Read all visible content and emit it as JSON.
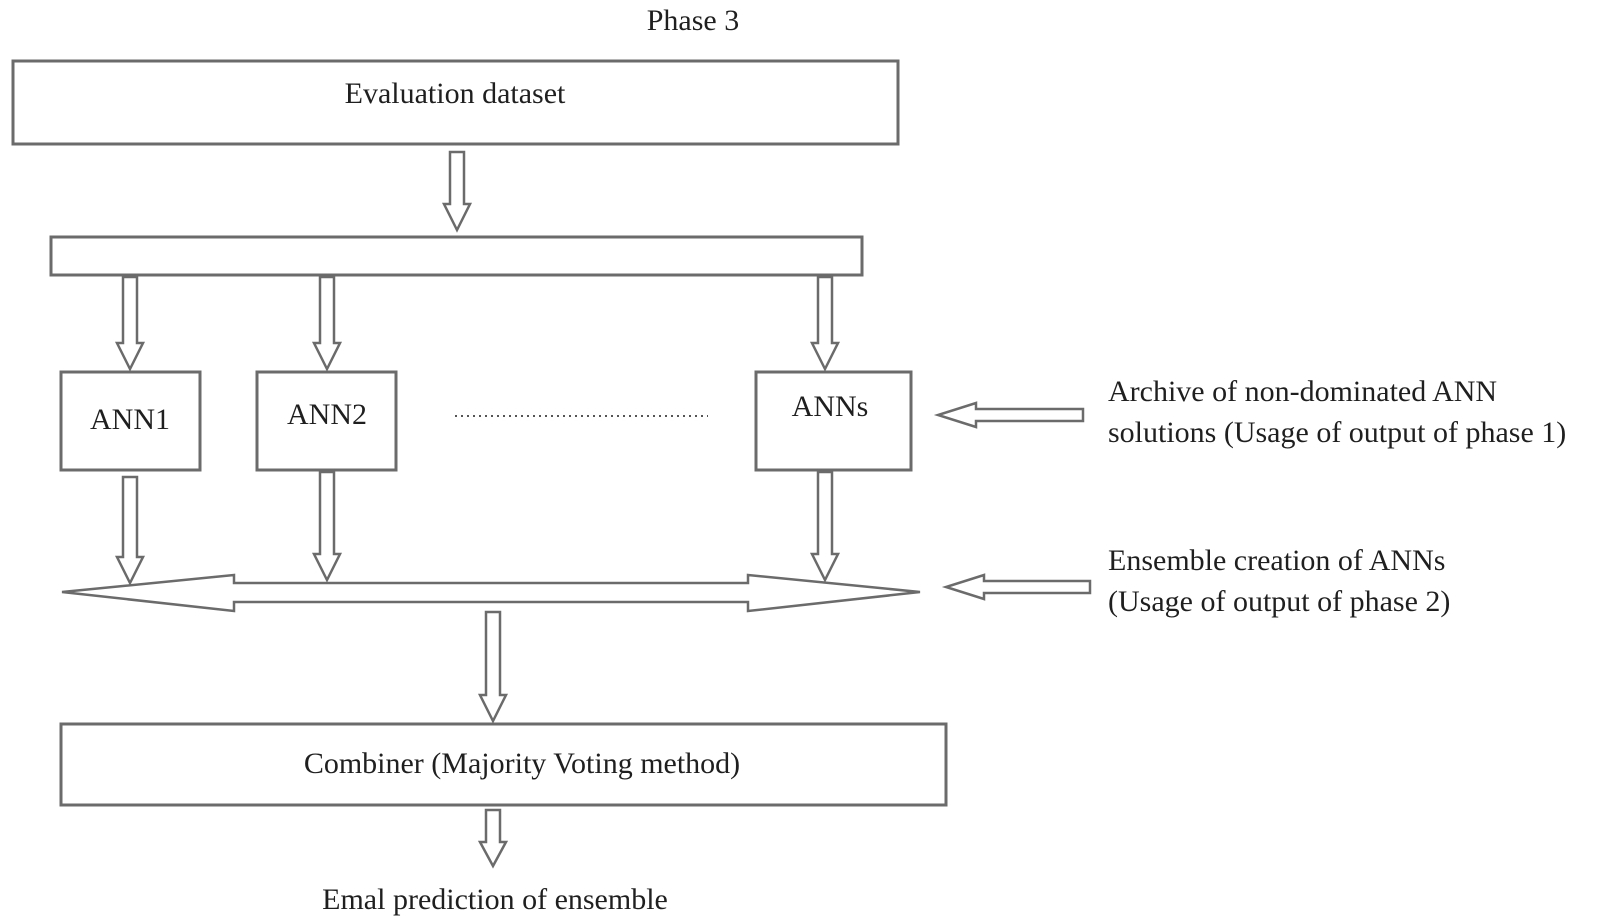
{
  "title": "Phase 3",
  "nodes": {
    "evaluation_dataset": "Evaluation dataset",
    "ann1": "ANN1",
    "ann2": "ANN2",
    "anns": "ANNs",
    "combiner": "Combiner (Majority Voting method)",
    "final_prediction": "Emal prediction of ensemble"
  },
  "annotations": {
    "archive": {
      "line1": "Archive of non-dominated ANN",
      "line2": "solutions (Usage of output of phase 1)"
    },
    "ensemble": {
      "line1": "Ensemble creation of ANNs",
      "line2": "(Usage of output of phase 2)"
    }
  },
  "colors": {
    "stroke": "#6b6b6b",
    "text": "#1f1f1f",
    "background": "#ffffff"
  }
}
